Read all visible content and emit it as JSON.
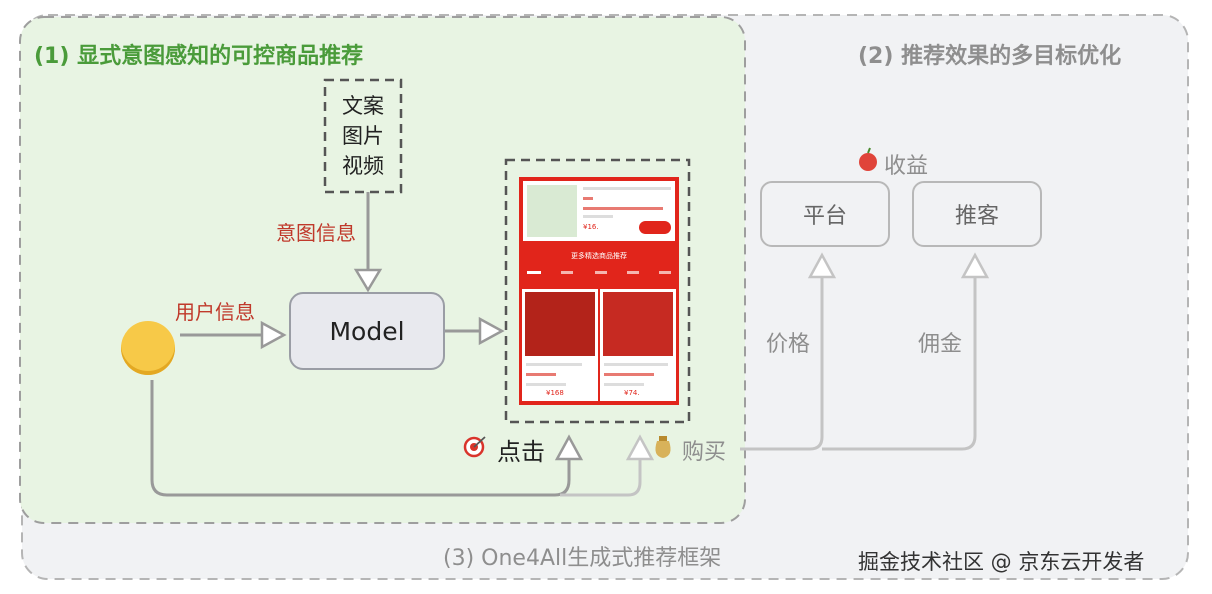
{
  "titles": {
    "section1": "(1) 显式意图感知的可控商品推荐",
    "section2": "(2) 推荐效果的多目标优化",
    "section3": "(3) One4All生成式推荐框架"
  },
  "content_box": {
    "line1": "文案",
    "line2": "图片",
    "line3": "视频"
  },
  "labels": {
    "intent_info": "意图信息",
    "user_info": "用户信息",
    "model": "Model",
    "click": "点击",
    "purchase": "购买",
    "revenue": "收益",
    "platform": "平台",
    "promoter": "推客",
    "price": "价格",
    "commission": "佣金"
  },
  "icons": {
    "user": "smiley-face-icon",
    "click": "target-icon",
    "purchase": "money-bag-icon",
    "revenue": "apple-icon"
  },
  "watermark": "掘金技术社区 @ 京东云开发者",
  "phone": {
    "banner": "更多精选商品推荐",
    "price1": "¥16.",
    "price2": "¥168",
    "price3": "¥74."
  },
  "colors": {
    "section1_bg": "#e8f4e3",
    "section1_title": "#4a9b3a",
    "gray_text": "#8e8e8e",
    "red_text": "#c0392b",
    "phone_red": "#e1251b"
  }
}
